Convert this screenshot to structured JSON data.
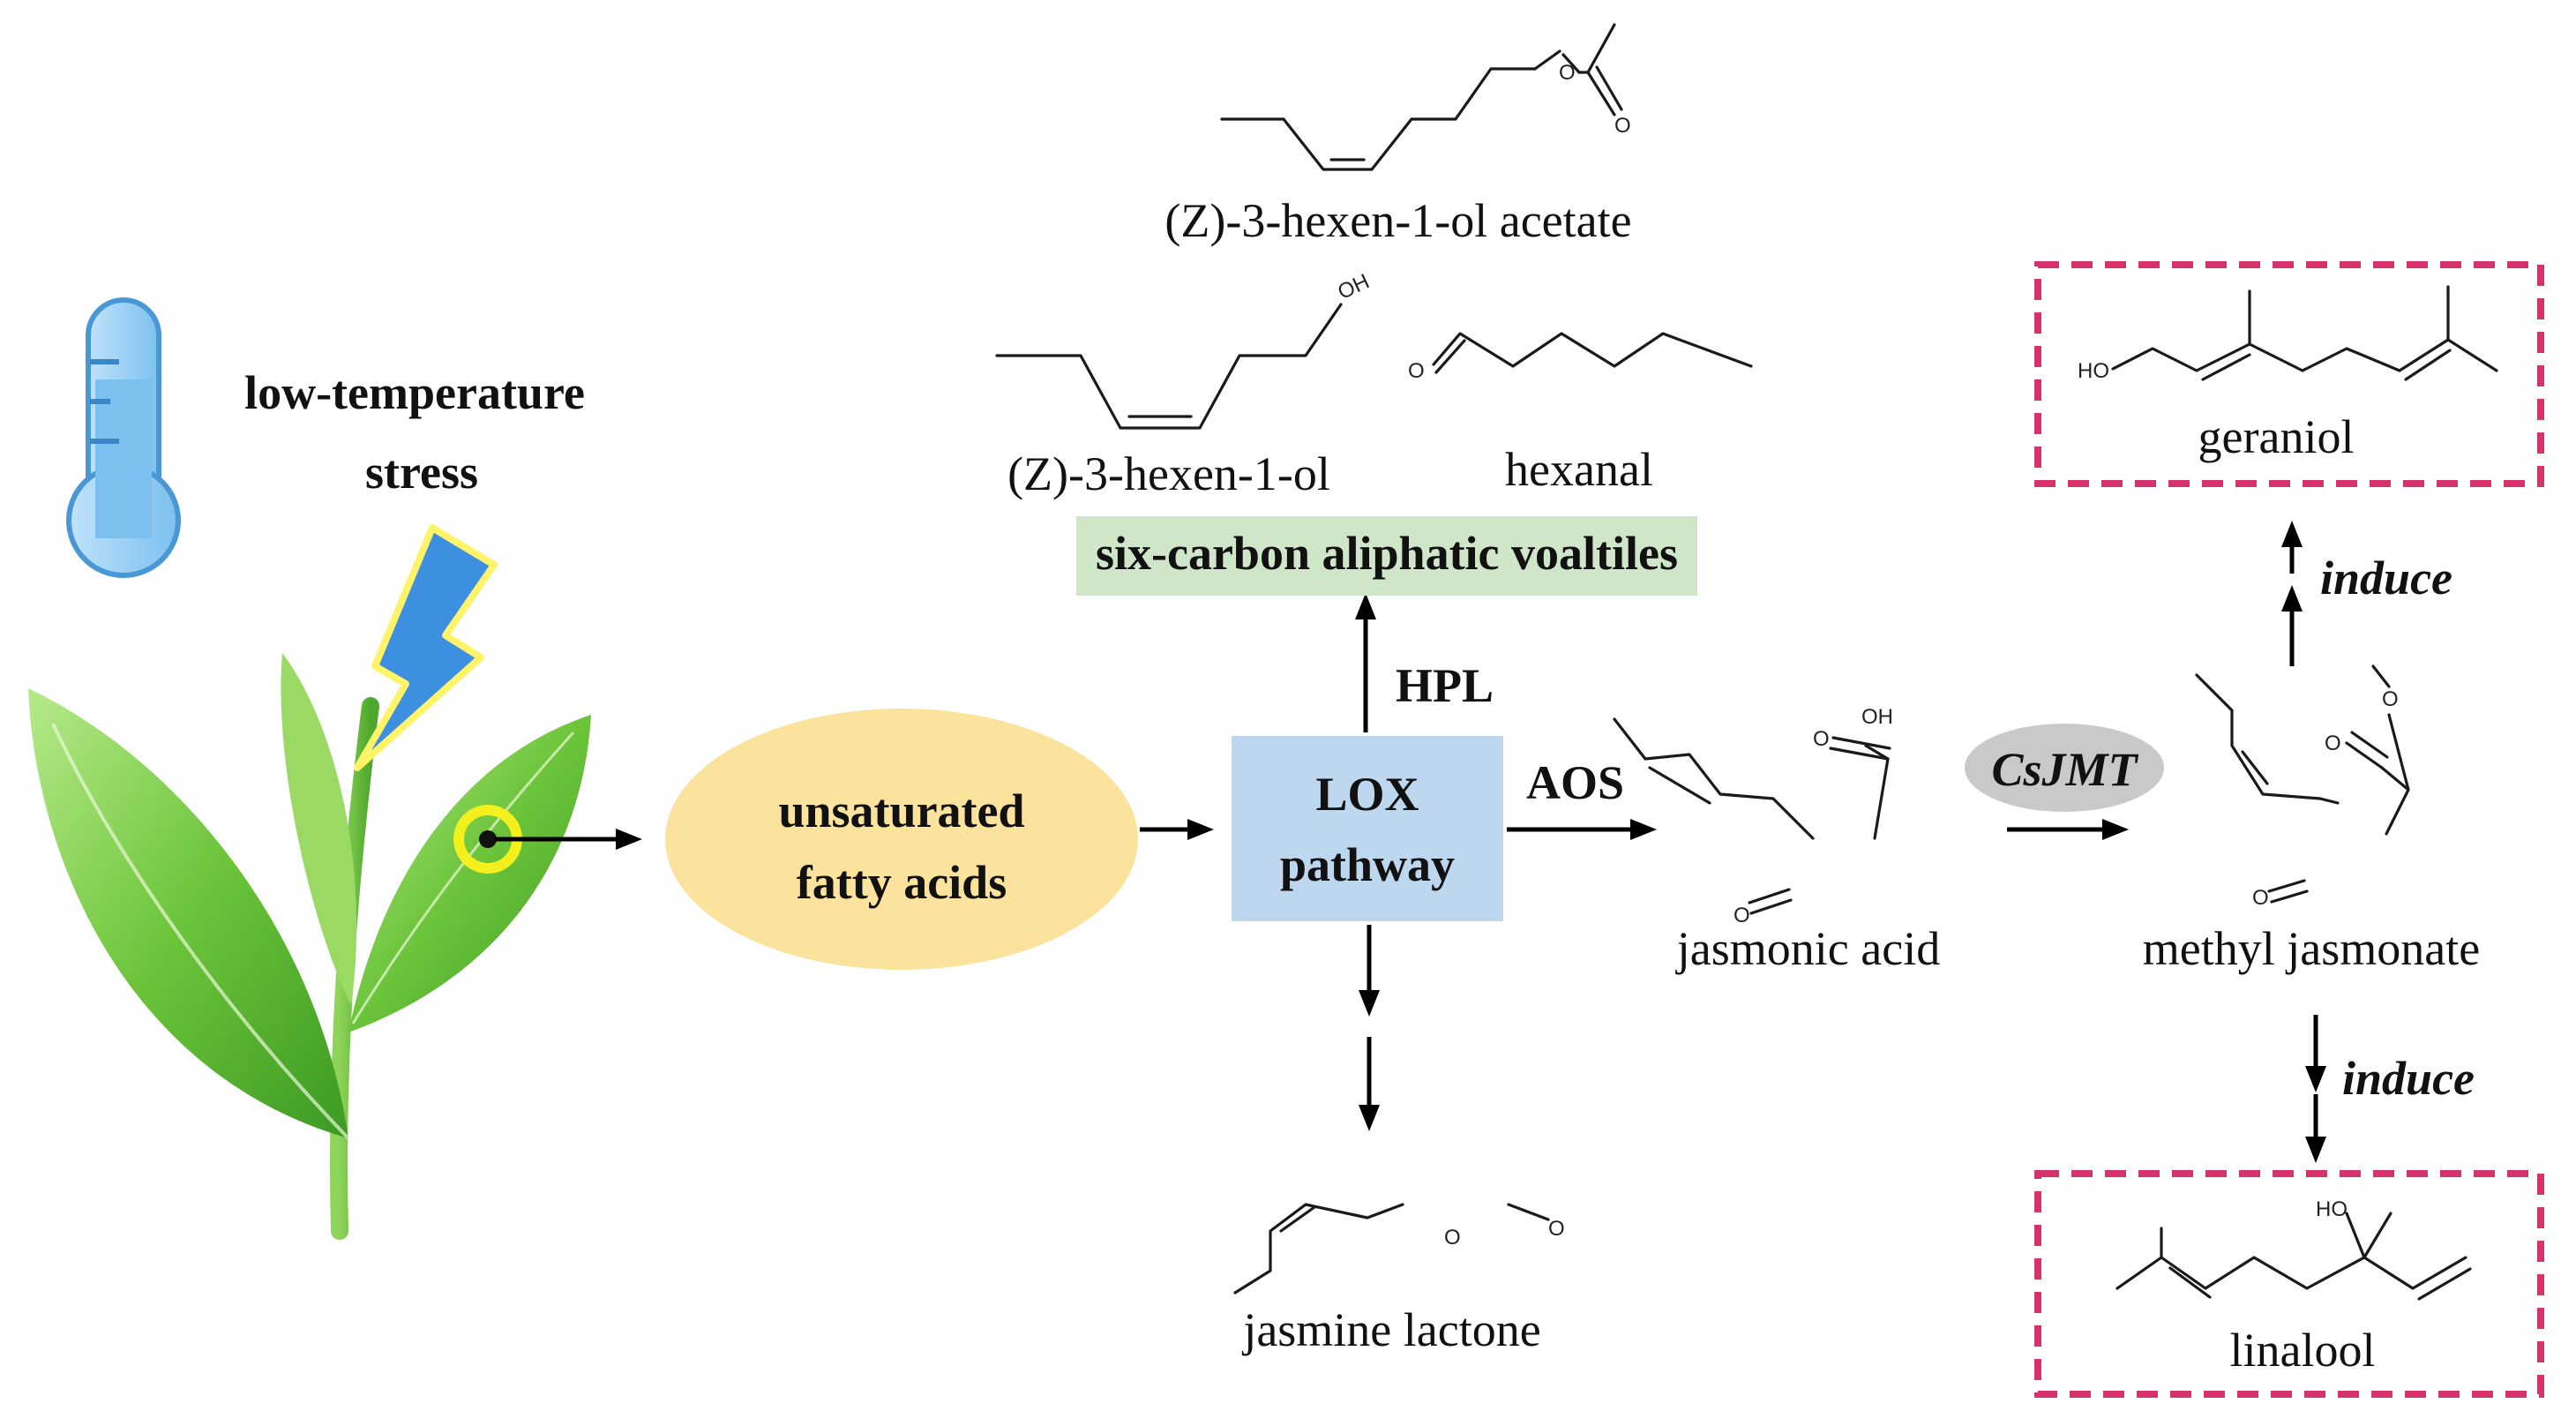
{
  "stress": {
    "line1": "low-temperature",
    "line2": "stress"
  },
  "nodes": {
    "fatty_acids": {
      "line1": "unsaturated",
      "line2": "fatty acids",
      "color": "#fbe29d"
    },
    "lox": {
      "line1": "LOX",
      "line2": "pathway",
      "color": "#bcd7ee"
    },
    "six_carbon": {
      "label": "six-carbon aliphatic voaltiles",
      "color": "#cfe6c8"
    },
    "csjmt": {
      "label": "CsJMT",
      "color": "#c9c9c9"
    }
  },
  "enzymes": {
    "hpl": "HPL",
    "aos": "AOS"
  },
  "edges": {
    "induce_up": "induce",
    "induce_down": "induce"
  },
  "compounds": {
    "hexenol_acetate": "(Z)-3-hexen-1-ol acetate",
    "hexenol": "(Z)-3-hexen-1-ol",
    "hexanal": "hexanal",
    "jasmonic_acid": "jasmonic acid",
    "methyl_jasmonate": "methyl jasmonate",
    "jasmine_lactone": "jasmine lactone",
    "geraniol": "geraniol",
    "linalool": "linalool"
  },
  "atoms": {
    "oxygen": "O",
    "hydroxyl_right": "OH",
    "hydroxyl_left": "HO"
  },
  "colors": {
    "highlight_box": "#d6336c",
    "thermometer": "#5aa9e6",
    "lightning": "#3d8fe0",
    "leaf": "#6cc43a"
  }
}
